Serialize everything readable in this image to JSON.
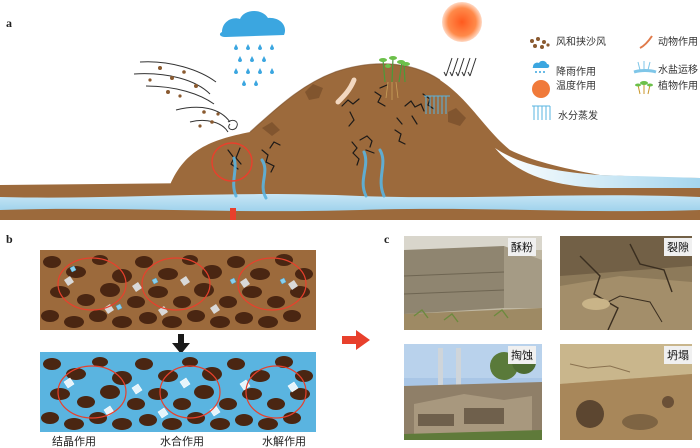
{
  "panels": {
    "a": "a",
    "b": "b",
    "c": "c"
  },
  "legend": {
    "items": [
      {
        "key": "wind",
        "label": "风和挟沙风",
        "icon": "wind-sand-icon"
      },
      {
        "key": "animal",
        "label": "动物作用",
        "icon": "animal-burrow-icon"
      },
      {
        "key": "rain",
        "label": "降雨作用",
        "icon": "rain-cloud-icon"
      },
      {
        "key": "salt",
        "label": "水盐运移",
        "icon": "salt-migration-icon"
      },
      {
        "key": "temp",
        "label": "温度作用",
        "icon": "sun-icon"
      },
      {
        "key": "plant",
        "label": "植物作用",
        "icon": "plant-icon"
      },
      {
        "key": "evap",
        "label": "水分蒸发",
        "icon": "evaporation-icon"
      }
    ]
  },
  "panel_b": {
    "labels": [
      "结晶作用",
      "水合作用",
      "水解作用"
    ]
  },
  "panel_c": {
    "photos": [
      {
        "label": "酥粉"
      },
      {
        "label": "裂隙"
      },
      {
        "label": "掏蚀"
      },
      {
        "label": "坍塌"
      }
    ]
  },
  "colors": {
    "soil": "#9c6a3c",
    "water": "#a9d8ef",
    "water_dark": "#5ab4e0",
    "arrow_red": "#e8402c",
    "sun": "#f07a3a",
    "cloud": "#3ba6e0"
  }
}
